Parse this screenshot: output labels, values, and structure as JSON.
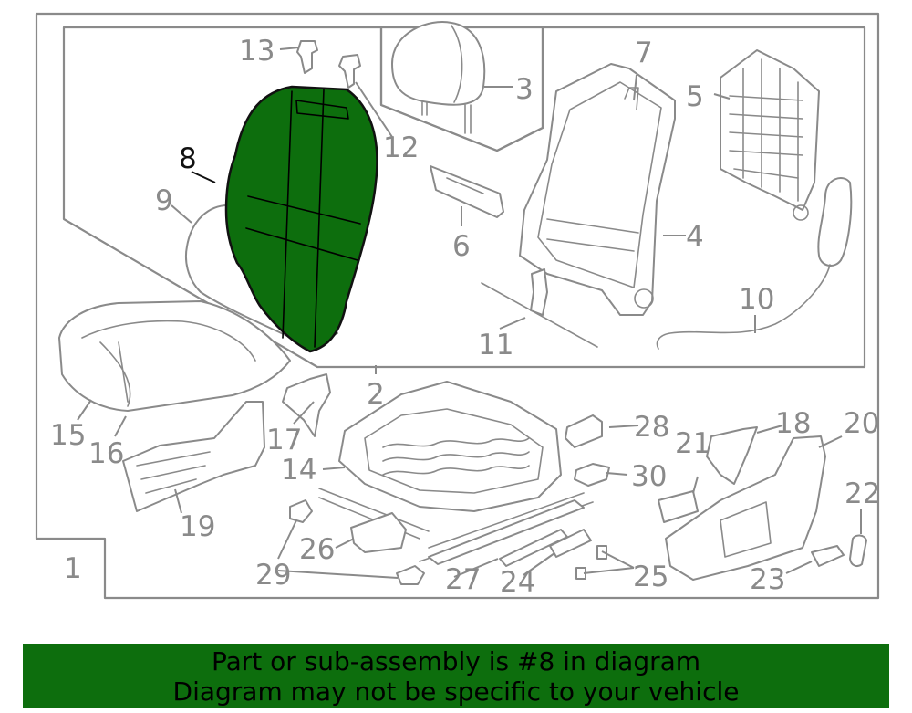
{
  "callouts": {
    "c1": "1",
    "c2": "2",
    "c3": "3",
    "c4": "4",
    "c5": "5",
    "c6": "6",
    "c7": "7",
    "c8": "8",
    "c9": "9",
    "c10": "10",
    "c11": "11",
    "c12": "12",
    "c13": "13",
    "c14": "14",
    "c15": "15",
    "c16": "16",
    "c17": "17",
    "c18": "18",
    "c19": "19",
    "c20": "20",
    "c21": "21",
    "c22": "22",
    "c23": "23",
    "c24": "24",
    "c25": "25",
    "c26": "26",
    "c27": "27",
    "c28": "28",
    "c29": "29",
    "c30": "30"
  },
  "highlight": {
    "part": "8",
    "color": "#0d6e0d"
  },
  "banner": {
    "line1": "Part or sub-assembly is #8 in diagram",
    "line2": "Diagram may not be specific to your vehicle",
    "background": "#0d6e0d"
  }
}
